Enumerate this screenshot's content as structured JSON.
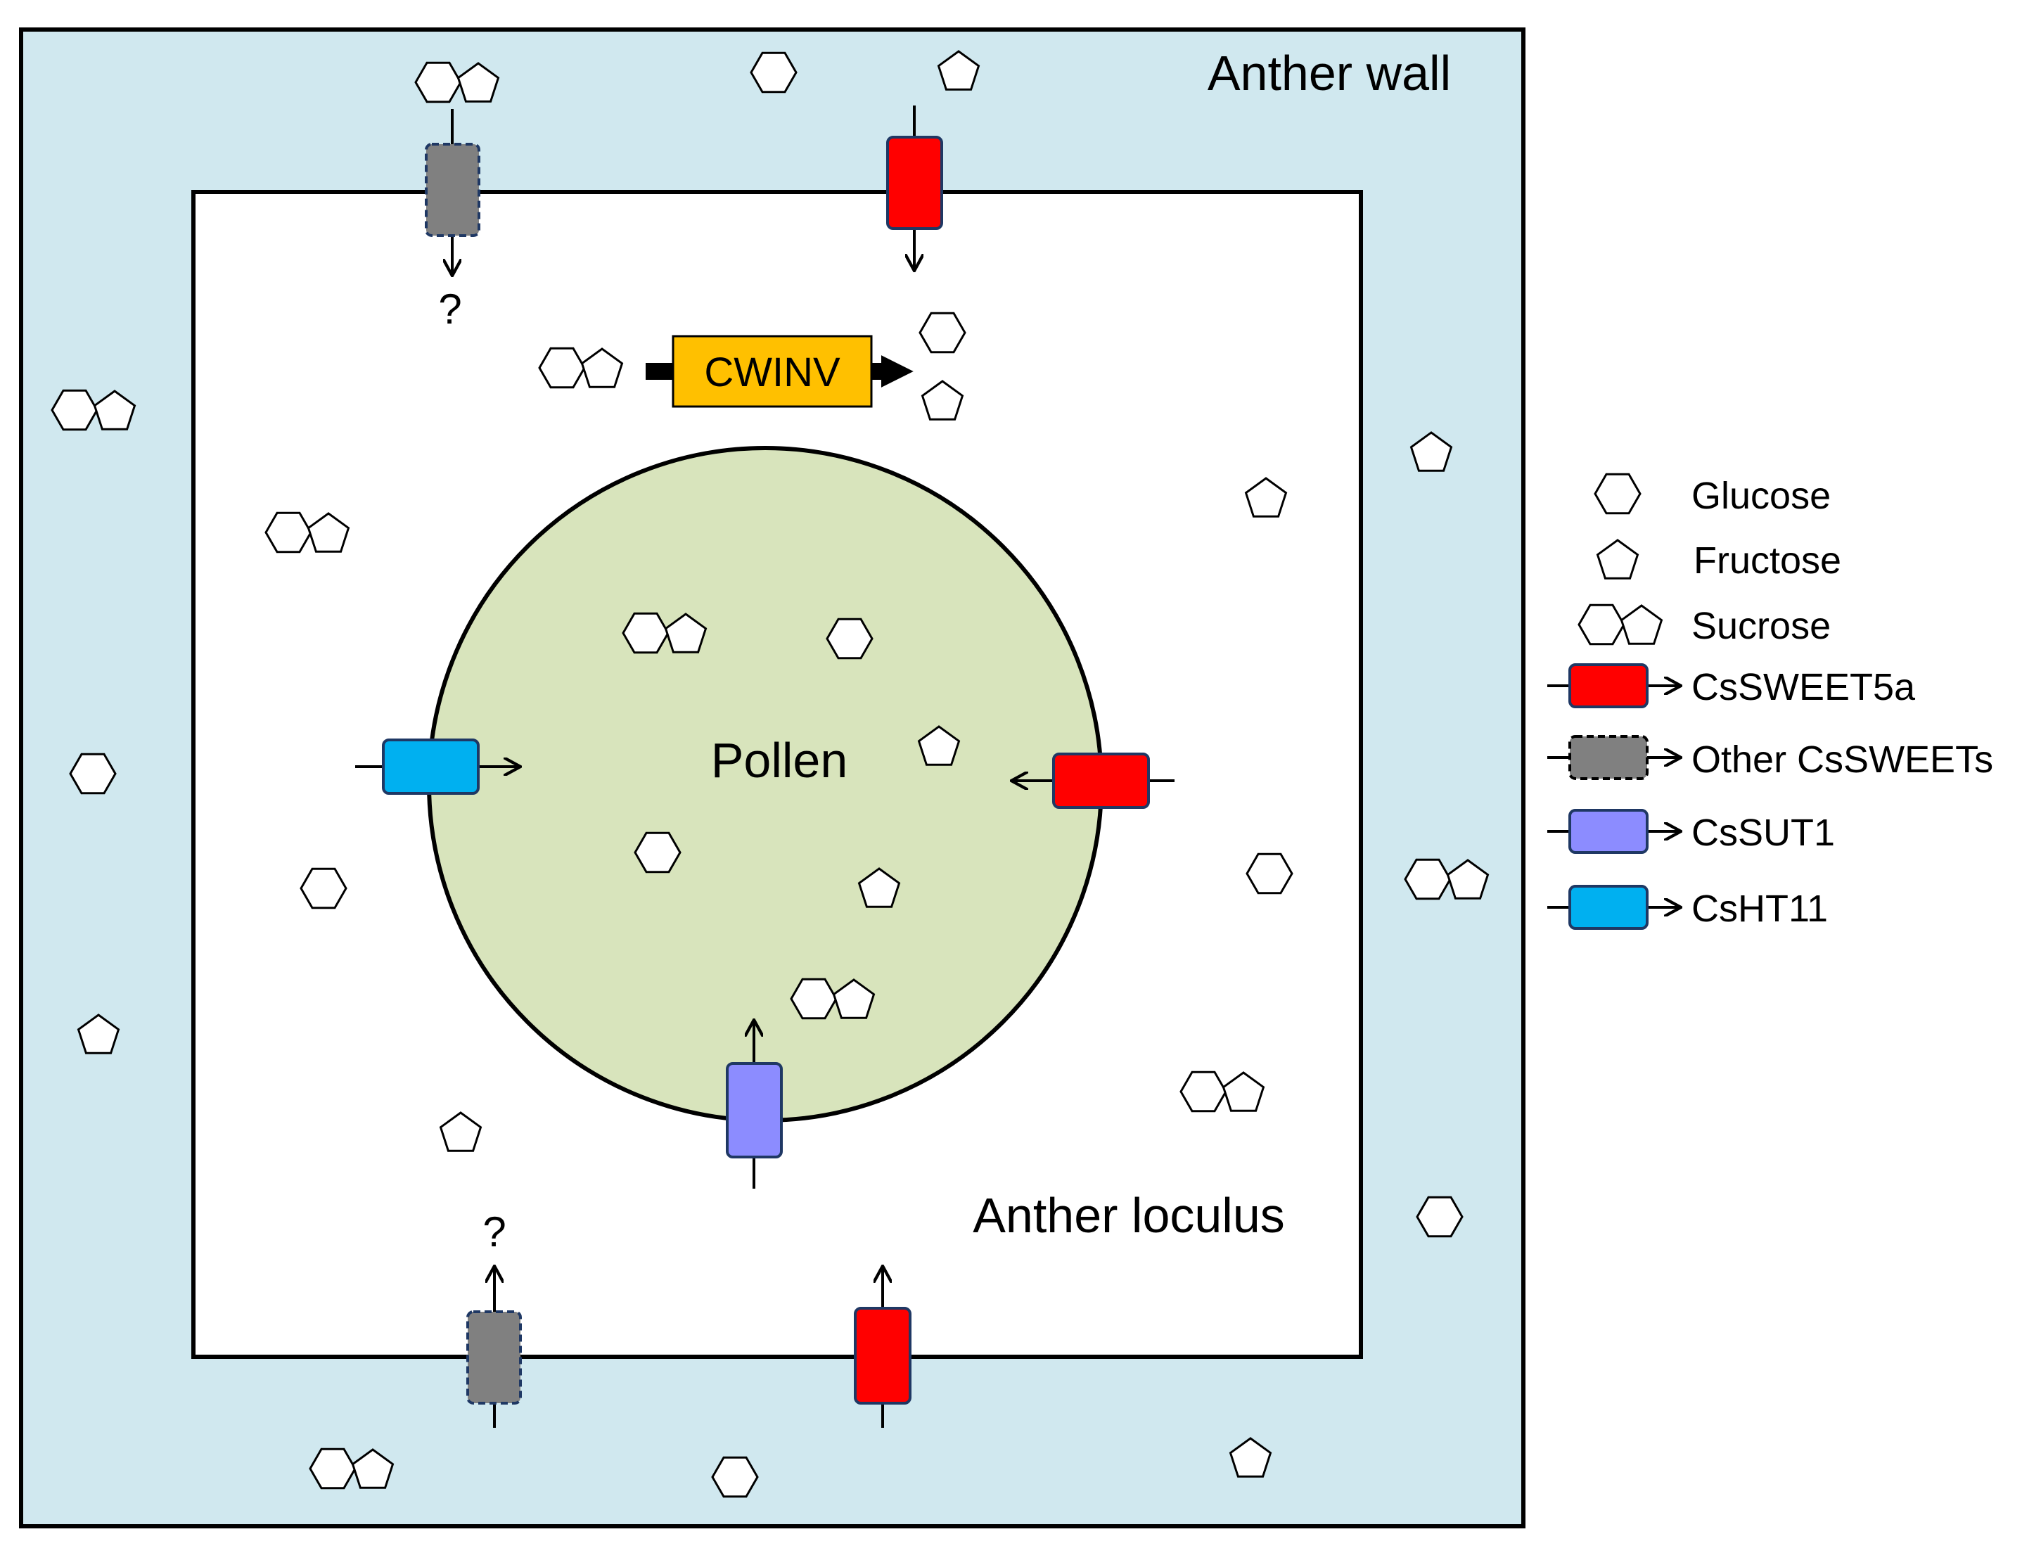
{
  "labels": {
    "anther_wall": "Anther wall",
    "anther_loculus": "Anther loculus",
    "pollen": "Pollen",
    "cwinv": "CWINV",
    "unknown_top": "?",
    "unknown_bottom": "?"
  },
  "legend": {
    "items": [
      {
        "id": "glucose",
        "label": "Glucose",
        "shape": "hexagon"
      },
      {
        "id": "fructose",
        "label": "Fructose",
        "shape": "pentagon"
      },
      {
        "id": "sucrose",
        "label": "Sucrose",
        "shape": "hexagon-pentagon"
      },
      {
        "id": "cssweet5a",
        "label": "CsSWEET5a",
        "color": "#ff0000",
        "style": "solid"
      },
      {
        "id": "other-cssweets",
        "label": "Other CsSWEETs",
        "color": "#808080",
        "style": "dashed"
      },
      {
        "id": "cssut1",
        "label": "CsSUT1",
        "color": "#8c8cff",
        "style": "solid"
      },
      {
        "id": "csht11",
        "label": "CsHT11",
        "color": "#00b0f0",
        "style": "solid"
      }
    ]
  },
  "colors": {
    "anther_wall_fill": "#d0e8ef",
    "loculus_fill": "#ffffff",
    "pollen_fill": "#d8e4bc",
    "cwinv_fill": "#ffc000",
    "cssweet5a": "#ff0000",
    "other_cssweets": "#808080",
    "cssut1": "#8c8cff",
    "csht11": "#00b0f0",
    "transporter_border": "#1f3864"
  }
}
